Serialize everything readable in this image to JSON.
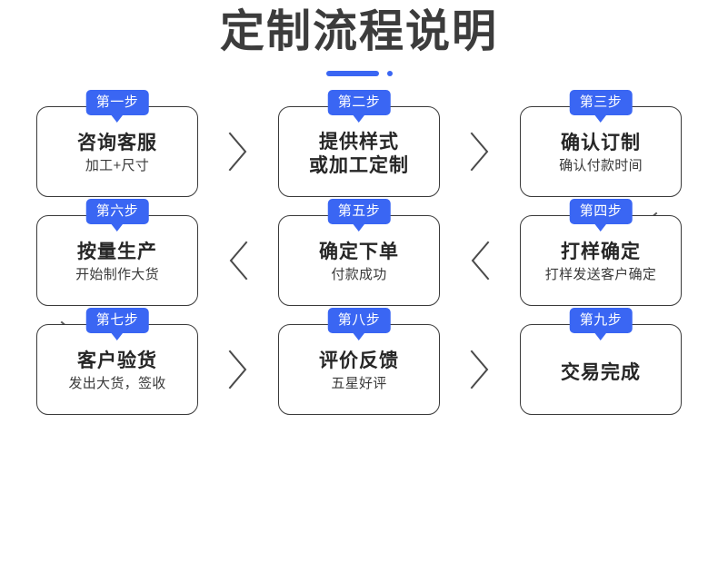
{
  "header": {
    "title": "定制流程说明",
    "decoration": {
      "bar": "blue-rounded-bar",
      "dot": "blue-dot"
    }
  },
  "theme": {
    "accent": "#3a66f3",
    "title_color": "#3c3c3c",
    "card_border": "#3a3a3a",
    "card_title_color": "#262626",
    "card_sub_color": "#3a3a3a",
    "background": "#ffffff"
  },
  "flow": {
    "rows": [
      {
        "direction": "left-to-right",
        "steps": [
          {
            "badge": "第一步",
            "title": "咨询客服",
            "title_line2": "",
            "subtitle": "加工+尺寸"
          },
          {
            "badge": "第二步",
            "title": "提供样式",
            "title_line2": "或加工定制",
            "subtitle": ""
          },
          {
            "badge": "第三步",
            "title": "确认订制",
            "title_line2": "",
            "subtitle": "确认付款时间"
          }
        ]
      },
      {
        "direction": "right-to-left",
        "steps": [
          {
            "badge": "第六步",
            "title": "按量生产",
            "title_line2": "",
            "subtitle": "开始制作大货"
          },
          {
            "badge": "第五步",
            "title": "确定下单",
            "title_line2": "",
            "subtitle": "付款成功"
          },
          {
            "badge": "第四步",
            "title": "打样确定",
            "title_line2": "",
            "subtitle": "打样发送客户确定"
          }
        ]
      },
      {
        "direction": "left-to-right",
        "steps": [
          {
            "badge": "第七步",
            "title": "客户验货",
            "title_line2": "",
            "subtitle": "发出大货，签收"
          },
          {
            "badge": "第八步",
            "title": "评价反馈",
            "title_line2": "",
            "subtitle": "五星好评"
          },
          {
            "badge": "第九步",
            "title": "交易完成",
            "title_line2": "",
            "subtitle": ""
          }
        ]
      }
    ],
    "connectors": {
      "row1_to_row2": "chevron-down-right-column",
      "row2_to_row3": "chevron-down-left-column"
    }
  }
}
